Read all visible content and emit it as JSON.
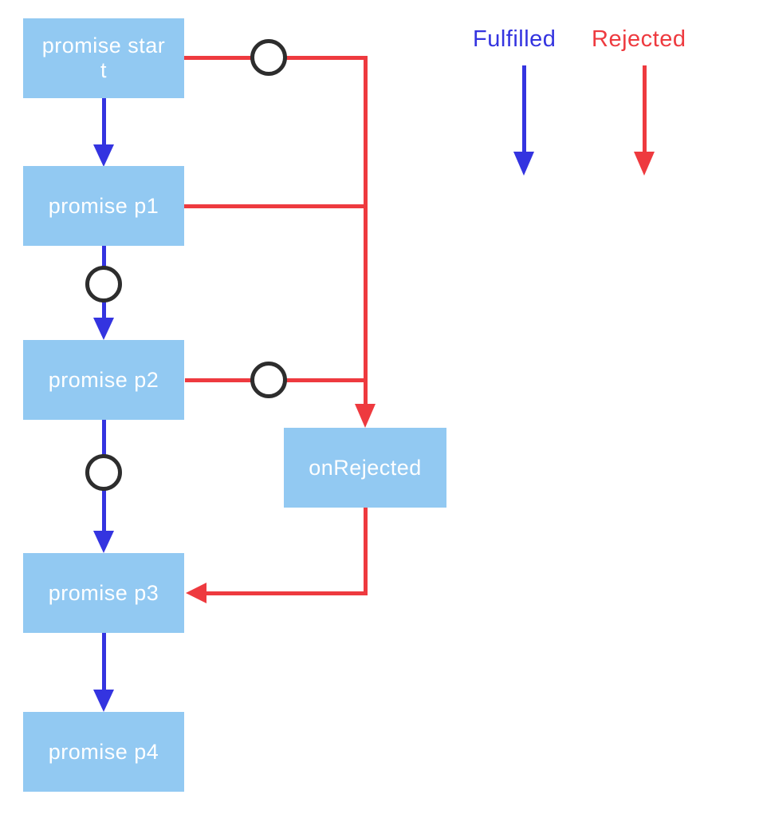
{
  "diagram": {
    "nodes": [
      {
        "name": "promise-start",
        "lines": [
          "promise star",
          "t"
        ]
      },
      {
        "name": "promise-p1",
        "lines": [
          "promise p1"
        ]
      },
      {
        "name": "promise-p2",
        "lines": [
          "promise p2"
        ]
      },
      {
        "name": "promise-p3",
        "lines": [
          "promise p3"
        ]
      },
      {
        "name": "promise-p4",
        "lines": [
          "promise p4"
        ]
      },
      {
        "name": "onRejected",
        "lines": [
          "onRejected"
        ]
      }
    ],
    "circle_marker_count": 4
  },
  "legend": {
    "fulfilled_label": "Fulfilled",
    "rejected_label": "Rejected"
  },
  "colors": {
    "node_fill": "#92c9f2",
    "node_text": "#ffffff",
    "fulfilled_blue": "#3434e0",
    "rejected_red": "#ee3a3f",
    "circle_stroke": "#2d2d2d",
    "canvas_background": "#ffffff"
  }
}
